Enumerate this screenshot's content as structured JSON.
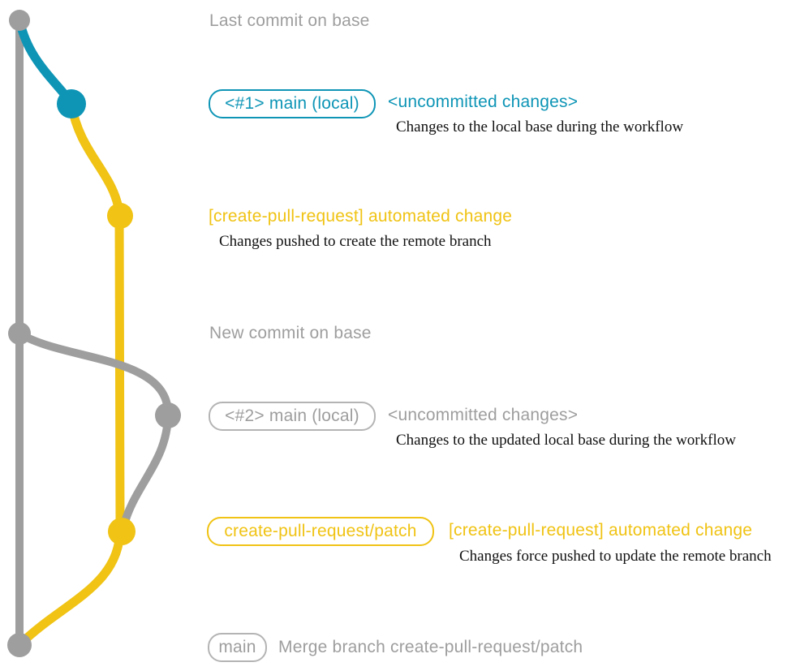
{
  "colors": {
    "gray": "#9e9e9e",
    "blue": "#0e95b6",
    "yellow": "#f0c314",
    "note_text": "#111111",
    "background": "#ffffff"
  },
  "rows": [
    {
      "label": "Last commit on base"
    },
    {
      "badge": "<#1> main (local)",
      "title": "<uncommitted changes>",
      "note": "Changes to the local base during the workflow"
    },
    {
      "title": "[create-pull-request] automated change",
      "note": "Changes pushed to create the remote branch"
    },
    {
      "label": "New commit on base"
    },
    {
      "badge": "<#2> main (local)",
      "title": "<uncommitted changes>",
      "note": "Changes to the updated local base during the workflow"
    },
    {
      "badge": "create-pull-request/patch",
      "title": "[create-pull-request] automated change",
      "note": "Changes force pushed to update the remote branch"
    },
    {
      "badge": "main",
      "title": "Merge branch create-pull-request/patch"
    }
  ]
}
